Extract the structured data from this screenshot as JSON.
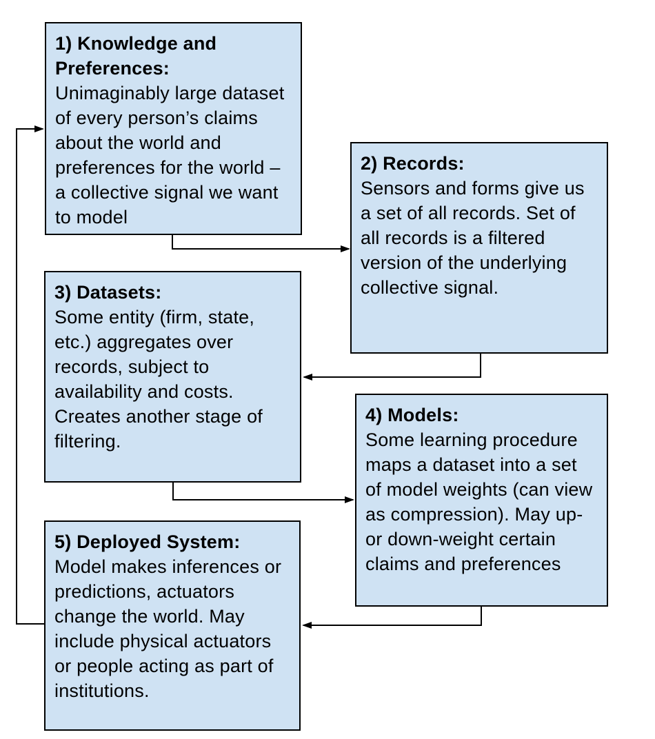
{
  "diagram": {
    "boxes": [
      {
        "title": "1) Knowledge and Preferences:",
        "body": "Unimaginably large dataset of every person’s claims about the world and preferences for the world – a collective signal we want to model"
      },
      {
        "title": "2) Records:",
        "body": "Sensors and forms give us a set of all records. Set of all records is a filtered version of the underlying collective signal."
      },
      {
        "title": "3) Datasets:",
        "body": "Some entity (firm, state, etc.) aggregates over records, subject to availability and costs. Creates another stage of filtering."
      },
      {
        "title": "4) Models:",
        "body": "Some learning procedure maps a dataset into a set of model weights (can view as compression). May up- or down-weight certain claims and preferences"
      },
      {
        "title": "5) Deployed System:",
        "body": "Model makes inferences or predictions, actuators change the world. May include physical actuators or people acting as part of institutions."
      }
    ],
    "connections": [
      {
        "from": "1) Knowledge and Preferences",
        "to": "2) Records"
      },
      {
        "from": "2) Records",
        "to": "3) Datasets"
      },
      {
        "from": "3) Datasets",
        "to": "4) Models"
      },
      {
        "from": "4) Models",
        "to": "5) Deployed System"
      },
      {
        "from": "5) Deployed System",
        "to": "1) Knowledge and Preferences"
      }
    ],
    "colors": {
      "box_fill": "#cfe2f3",
      "box_border": "#000000",
      "arrow": "#000000",
      "background": "#ffffff"
    }
  }
}
